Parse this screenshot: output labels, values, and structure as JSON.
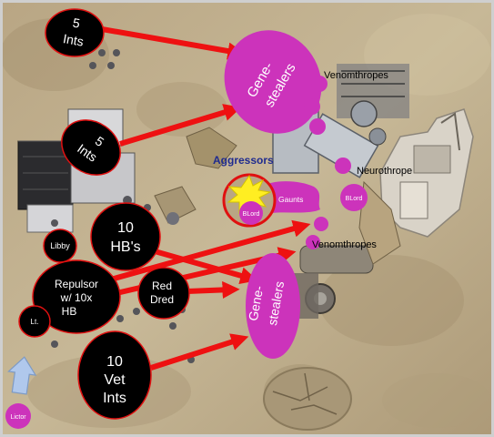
{
  "units": {
    "ints_top": {
      "line1": "5",
      "line2": "Ints"
    },
    "ints_mid": {
      "line1": "5",
      "line2": "Ints"
    },
    "hbs": {
      "line1": "10",
      "line2": "HB's"
    },
    "libby": "Libby",
    "repulsor": {
      "line1": "Repulsor",
      "line2": "w/ 10x",
      "line3": "HB"
    },
    "lt": "Lt.",
    "red_dred": {
      "line1": "Red",
      "line2": "Dred"
    },
    "vet_ints": {
      "line1": "10",
      "line2": "Vet",
      "line3": "Ints"
    }
  },
  "enemies": {
    "genestealers_top": {
      "line1": "Gene-",
      "line2": "stealers"
    },
    "genestealers_bottom": {
      "line1": "Gene-",
      "line2": "stealers"
    },
    "gaunts": "Gaunts",
    "blord_left": "BLord",
    "blord_right": "BLord",
    "lictor": "Lictor"
  },
  "labels": {
    "aggressors": "Aggressors",
    "venomthropes_top": "Venomthropes",
    "neurothrope": "Neurothrope",
    "venomthropes_bottom": "Venomthropes"
  },
  "colors": {
    "space_marine": "#000000",
    "space_marine_border": "#e01010",
    "tyranid": "#cc33bb",
    "arrow": "#ee1111",
    "lictor_arrow": "#b0c8ec",
    "aggressors": "#1f2b8f",
    "explosion": "#ffee22"
  }
}
